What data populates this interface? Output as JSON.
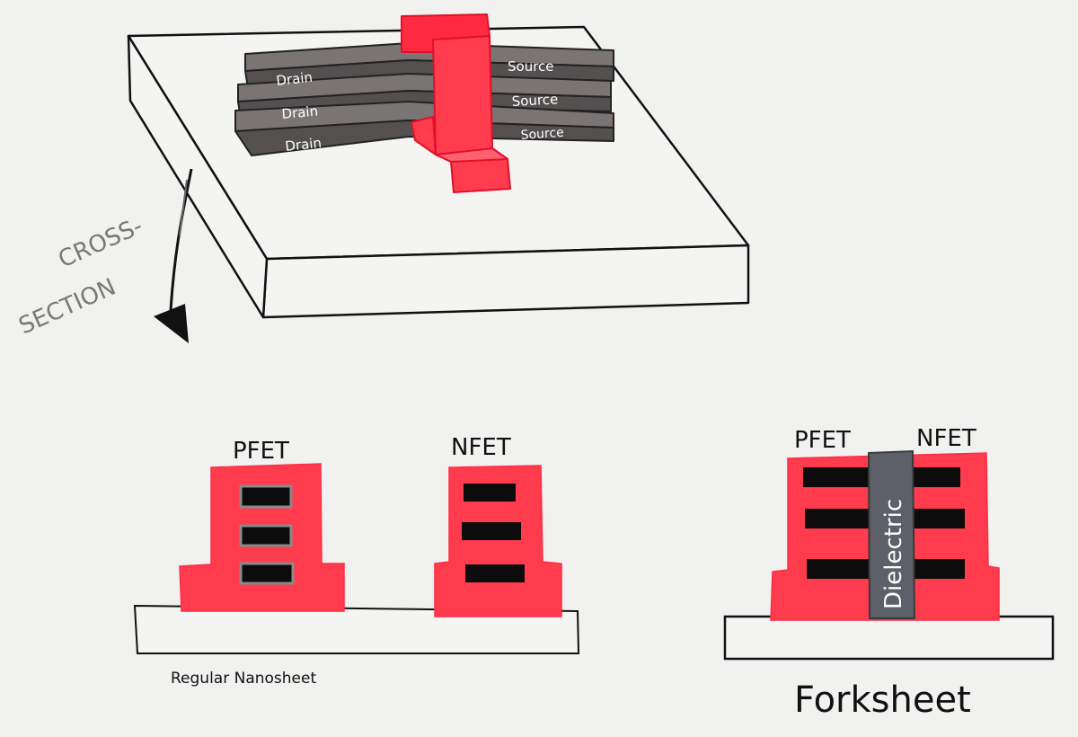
{
  "top_diagram": {
    "drain_labels": [
      "Drain",
      "Drain",
      "Drain"
    ],
    "source_labels": [
      "Source",
      "Source",
      "Source"
    ]
  },
  "cross_section_label": {
    "line1": "CROSS-",
    "line2": "SECTION"
  },
  "regular_nanosheet": {
    "pfet_label": "PFET",
    "nfet_label": "NFET",
    "caption": "Regular Nanosheet"
  },
  "forksheet": {
    "pfet_label": "PFET",
    "nfet_label": "NFET",
    "dielectric_label": "Dielectric",
    "caption": "Forksheet"
  },
  "colors": {
    "gate_red": "#ff3b4e",
    "channel_black": "#0c0c0c",
    "sheet_grey": "#6a6464",
    "dielectric_grey": "#5d6068",
    "background": "#f1f1f0",
    "outline": "#111111"
  }
}
